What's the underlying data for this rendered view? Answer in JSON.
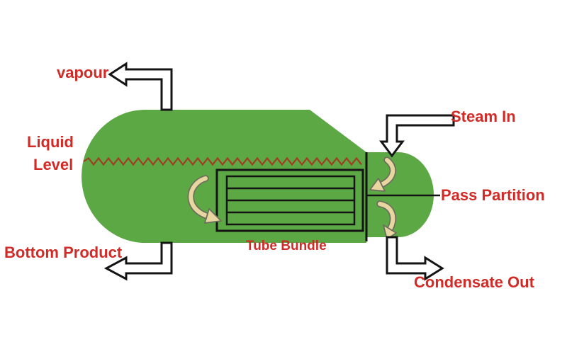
{
  "diagram": {
    "labels": {
      "vapour": "vapour",
      "liquid_level": [
        "Liquid",
        "Level"
      ],
      "bottom_product": "Bottom Product",
      "tube_bundle": "Tube Bundle",
      "steam_in": "Steam In",
      "pass_partition": "Pass Partition",
      "condensate_out": "Condensate Out"
    },
    "colors": {
      "vessel_green": "#5ba844",
      "label_red": "#d22b27",
      "liquid_level_red": "#a23c22",
      "flow_arrow_tan": "#e8d6a0",
      "flow_arrow_outline": "#6e6e5e",
      "line_black": "#141414",
      "background": "#ffffff"
    }
  }
}
